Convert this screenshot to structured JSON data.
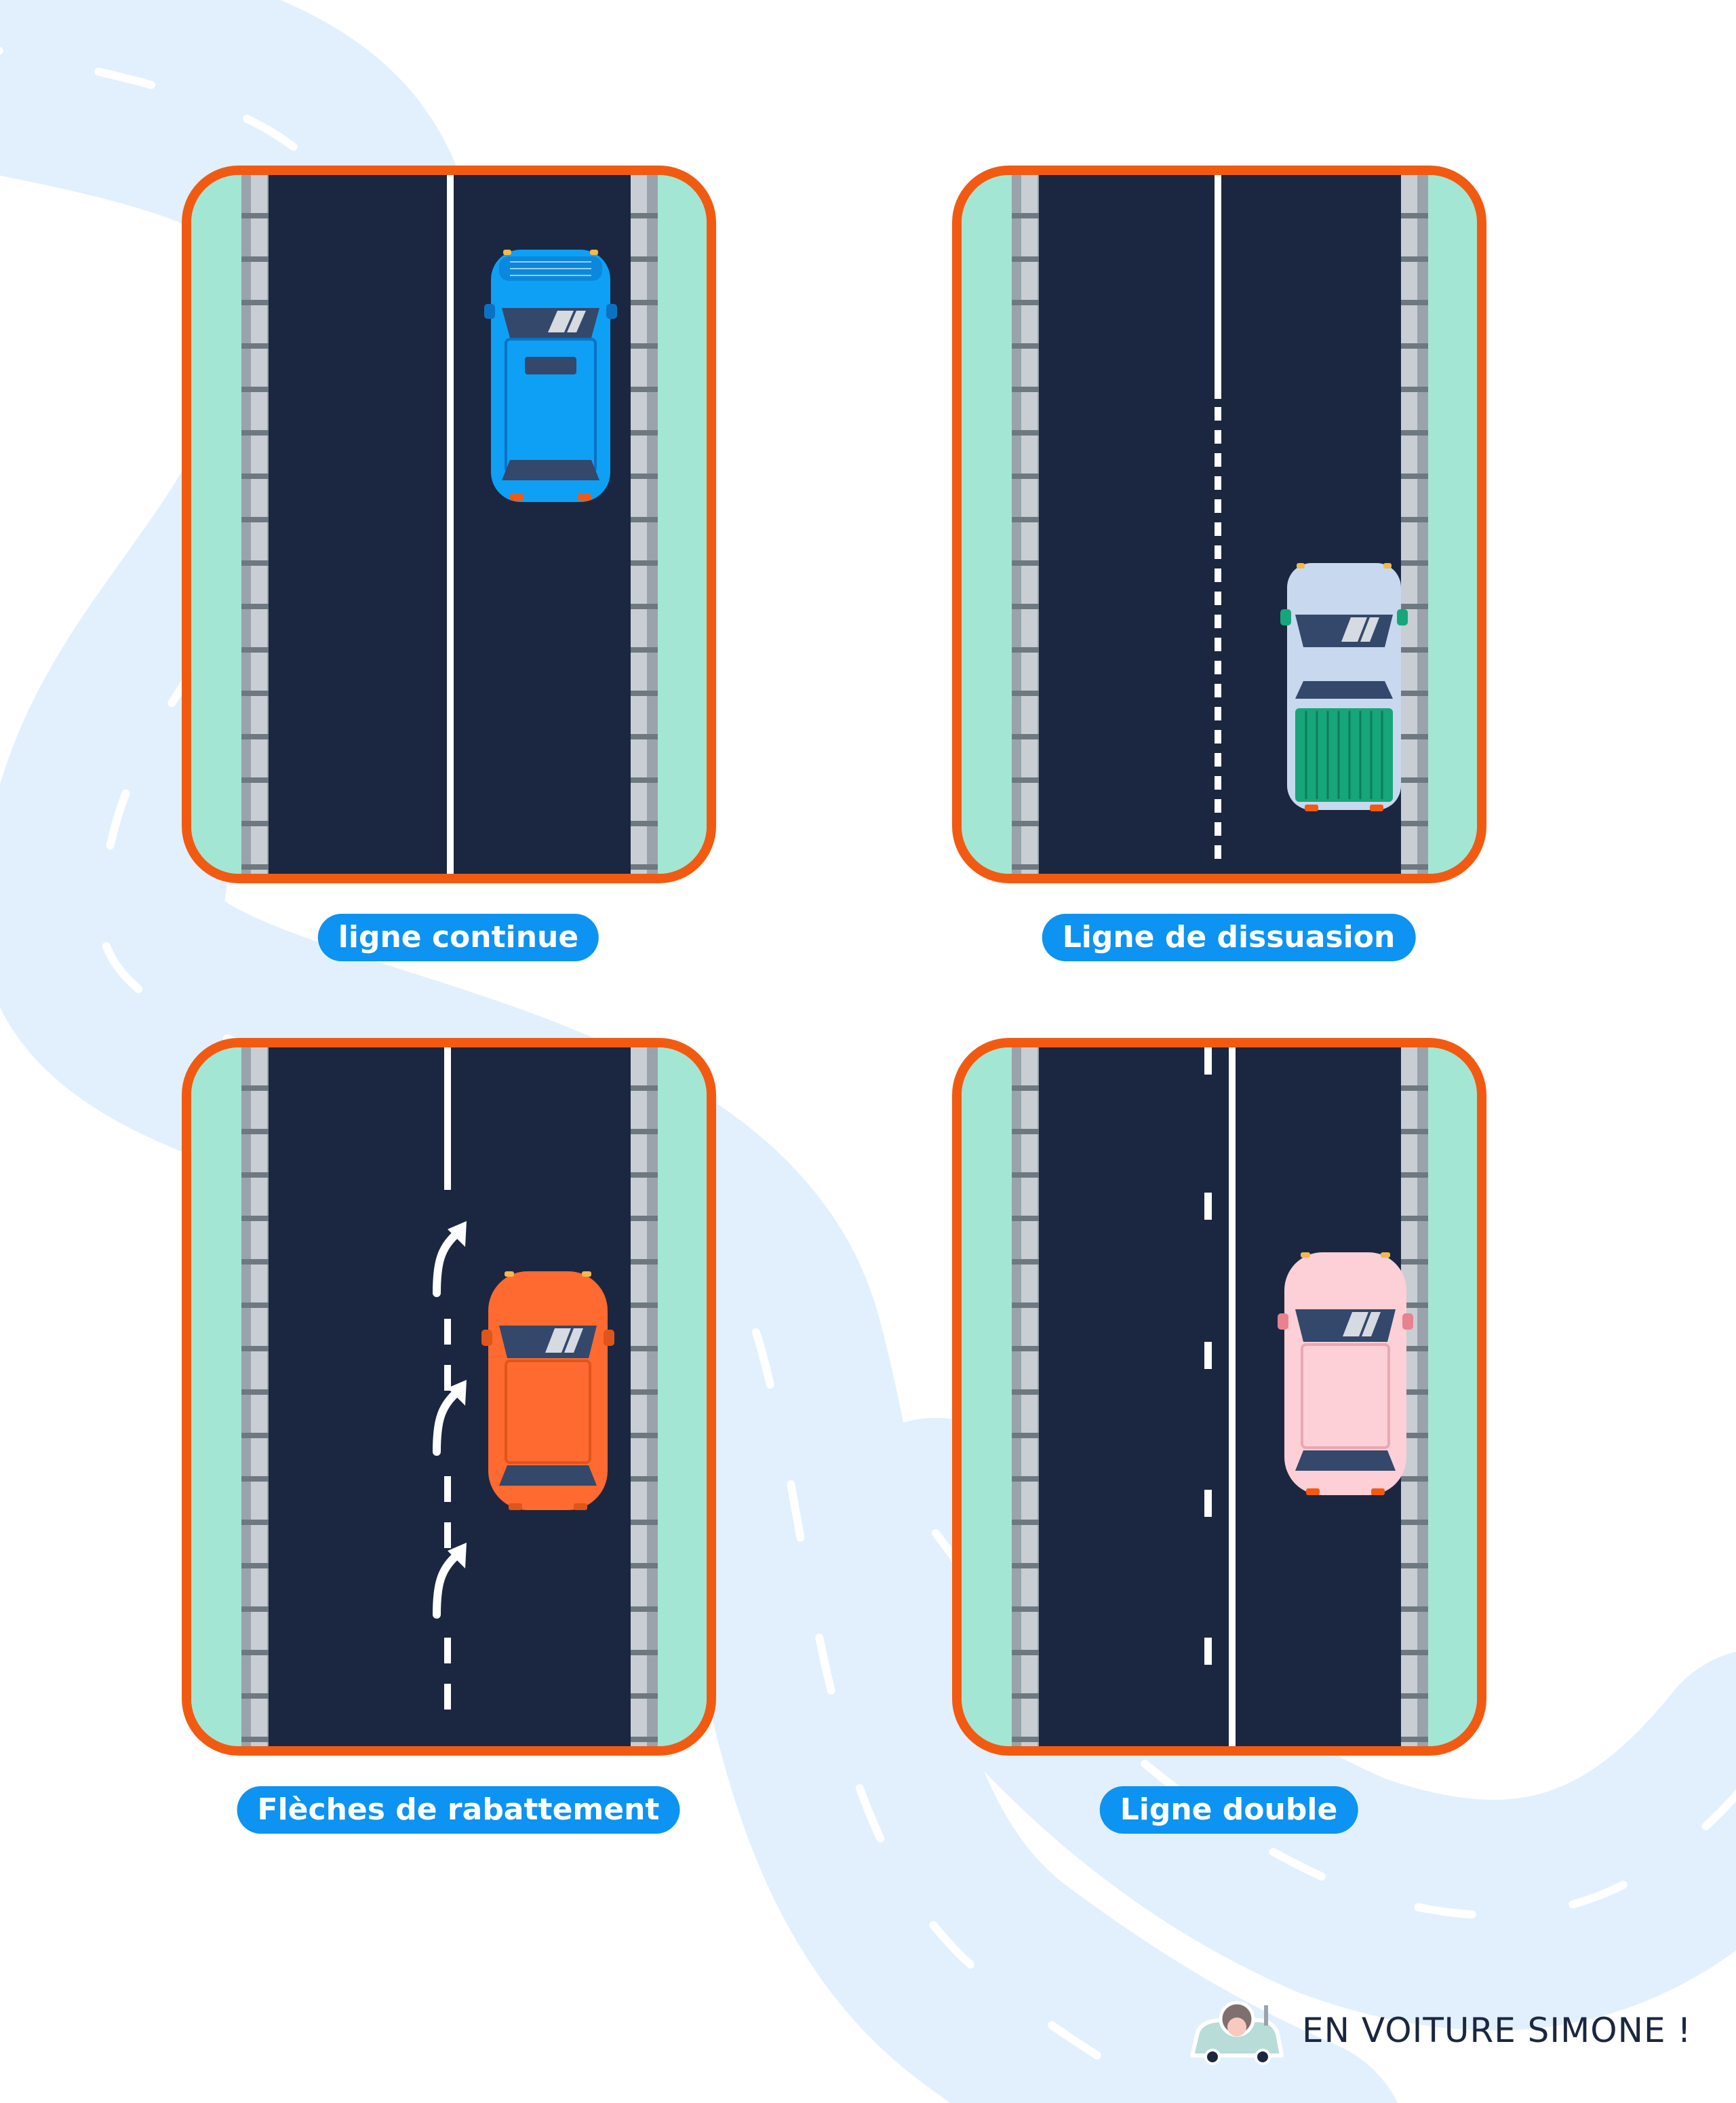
{
  "panels": [
    {
      "id": "p1",
      "label": "ligne continue",
      "car_color": "#0ea0f5",
      "car_type": "suv",
      "marking": "solid"
    },
    {
      "id": "p2",
      "label": "Ligne de dissuasion",
      "car_color": "#c8d8ee",
      "car_type": "pickup",
      "marking": "solid-then-short-dashes"
    },
    {
      "id": "p3",
      "label": "Flèches de rabattement",
      "car_color": "#fe6a2f",
      "car_type": "sedan",
      "marking": "solid-then-dashes-with-arrows"
    },
    {
      "id": "p4",
      "label": "Ligne double",
      "car_color": "#fcd0d6",
      "car_type": "sedan",
      "marking": "dashed-plus-solid"
    }
  ],
  "brand": {
    "name": "EN VOITURE SIMONE !",
    "logo_icon": "car-with-driver-icon"
  },
  "colors": {
    "accent_border": "#f25a12",
    "road": "#1b2740",
    "verge": "#a4e6d4",
    "label_bg": "#0d93f2",
    "background_road": "#e1f0fc"
  }
}
